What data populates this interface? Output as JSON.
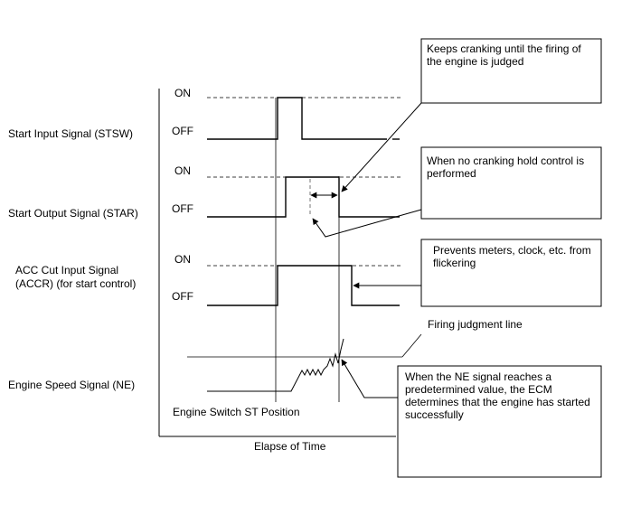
{
  "signals": [
    {
      "id": "stsw",
      "label": "Start Input Signal (STSW)"
    },
    {
      "id": "star",
      "label": "Start Output Signal (STAR)"
    },
    {
      "id": "accr",
      "label_line1": "ACC Cut Input Signal",
      "label_line2": "(ACCR) (for start control)"
    },
    {
      "id": "ne",
      "label": "Engine Speed Signal (NE)"
    }
  ],
  "levels": {
    "on": "ON",
    "off": "OFF"
  },
  "x_axis_label": "Elapse of Time",
  "engine_switch_label": "Engine Switch ST Position",
  "firing_line_label": "Firing judgment line",
  "callouts": {
    "cranking": "Keeps cranking until the firing of the engine is judged",
    "no_hold": "When no cranking hold control is performed",
    "prevents": "Prevents meters, clock, etc. from flickering",
    "ne_reaches": "When the NE signal reaches a predetermined value, the ECM determines that the engine has started successfully"
  }
}
